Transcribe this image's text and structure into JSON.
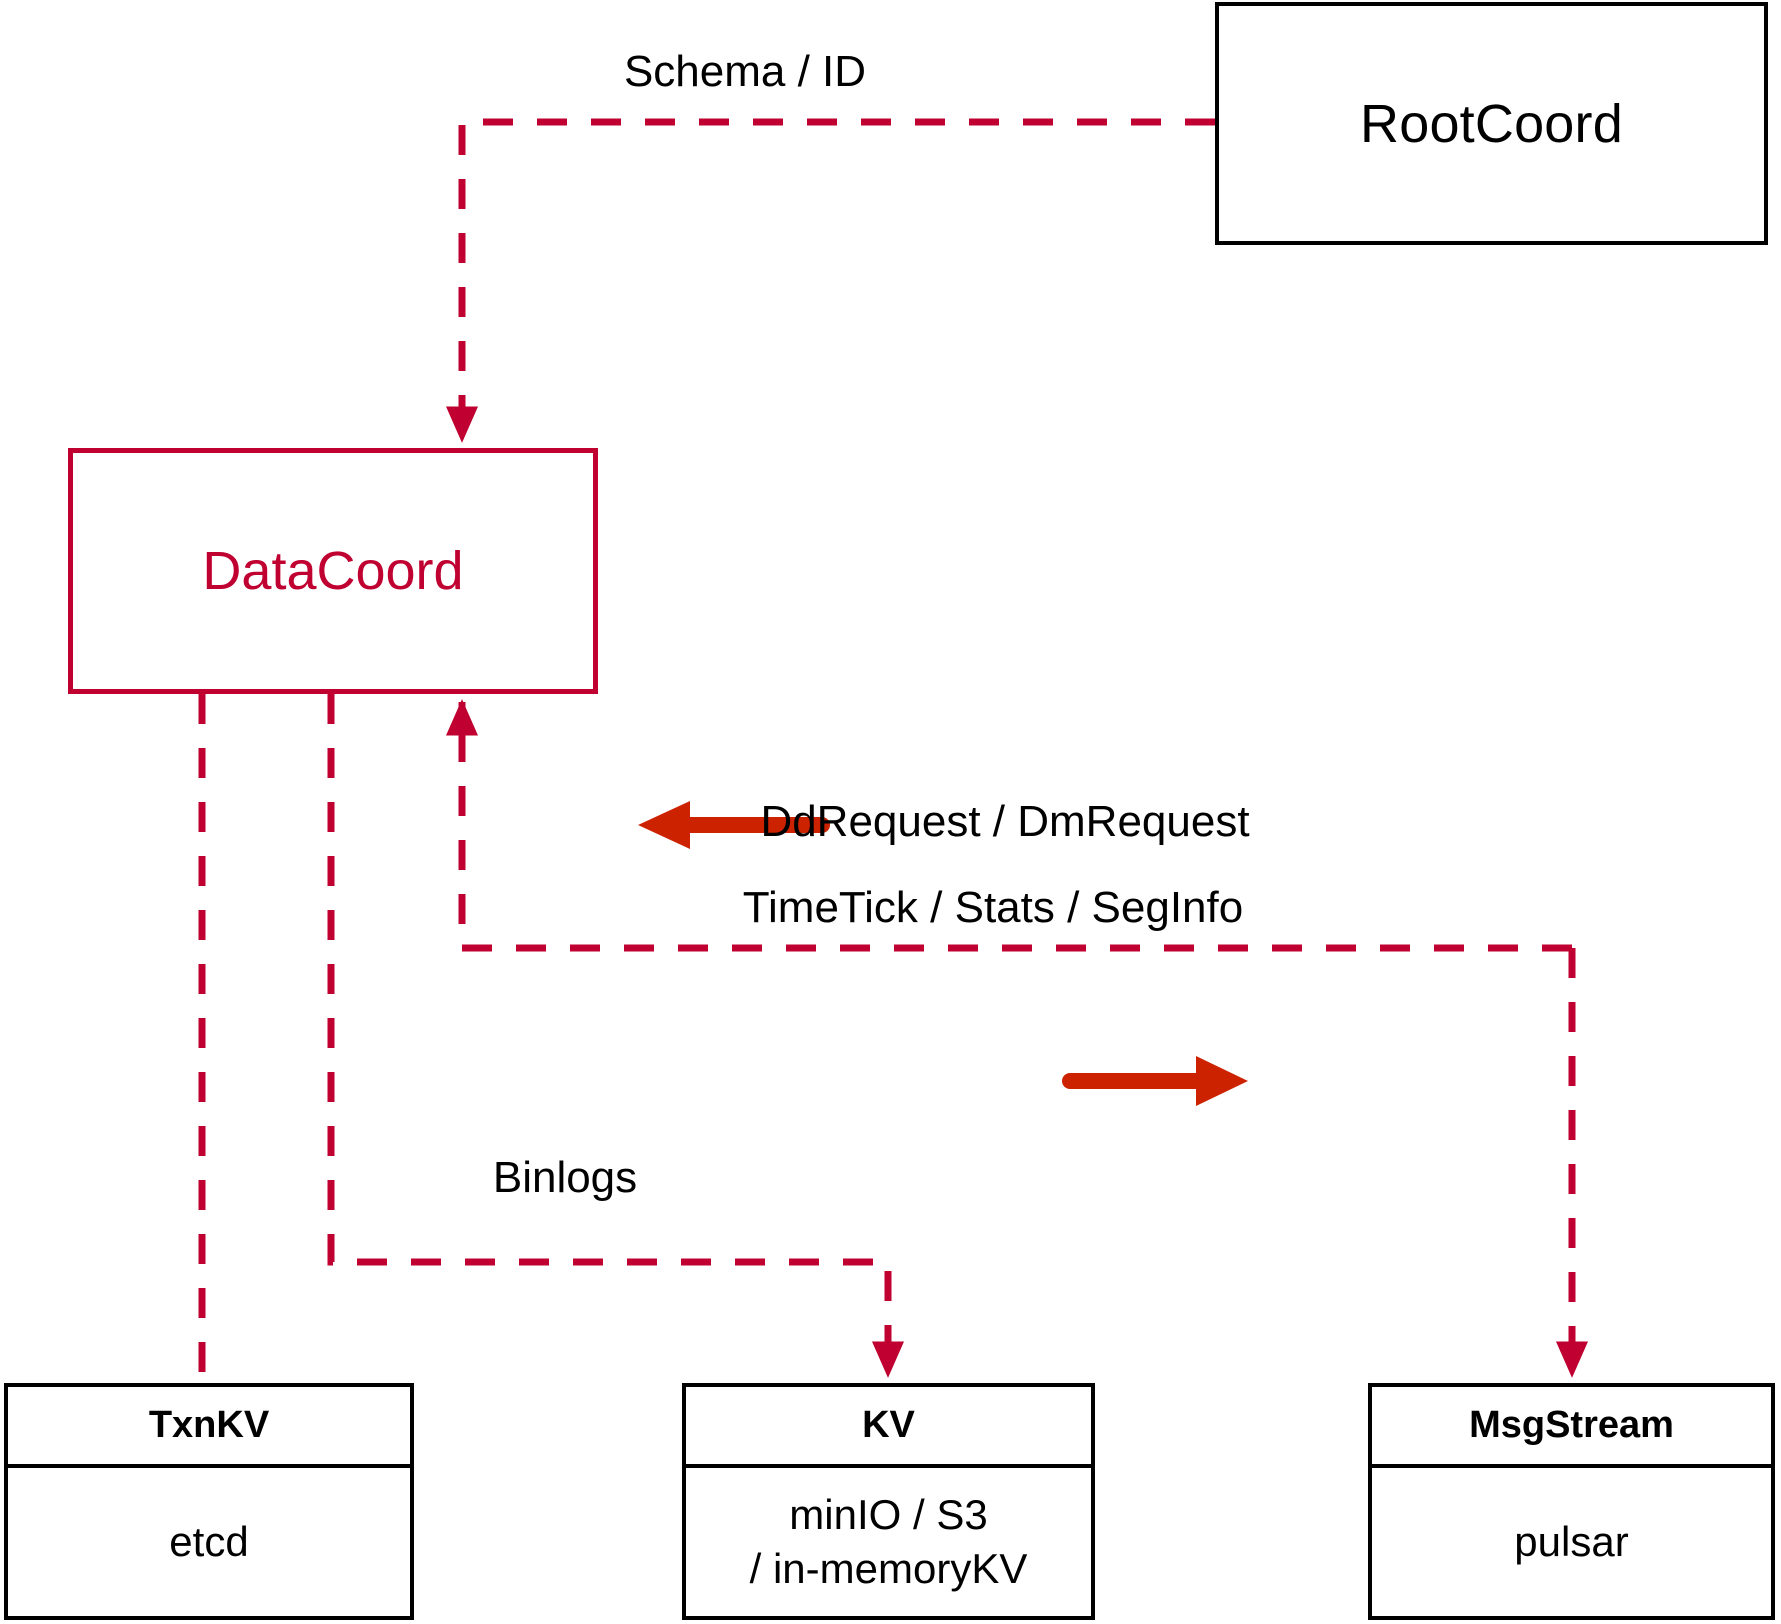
{
  "diagram": {
    "title": "DataCoord component interaction diagram",
    "colors": {
      "dark_red": "#bf0030",
      "bright_red": "#cc2200",
      "black": "#000000",
      "background": "#ffffff"
    }
  },
  "nodes": {
    "rootcoord": {
      "label": "RootCoord",
      "border_color": "#000000",
      "text_color": "#000000"
    },
    "datacoord": {
      "label": "DataCoord",
      "border_color": "#bf0030",
      "text_color": "#bf0030"
    },
    "txnkv": {
      "title": "TxnKV",
      "body_lines": [
        "etcd"
      ]
    },
    "kv": {
      "title": "KV",
      "body_lines": [
        "minIO / S3",
        "/ in-memoryKV"
      ]
    },
    "msgstream": {
      "title": "MsgStream",
      "body_lines": [
        "pulsar"
      ]
    }
  },
  "edge_labels": {
    "schema_id": "Schema / ID",
    "ddrequest_dmrequest": "DdRequest / DmRequest",
    "timetick_stats_seginfo": "TimeTick / Stats / SegInfo",
    "binlogs": "Binlogs"
  },
  "edges": [
    {
      "name": "rootcoord-to-datacoord",
      "from": "rootcoord",
      "to": "datacoord",
      "label": "Schema / ID",
      "style": "dashed",
      "arrow": "to"
    },
    {
      "name": "msgstream-to-datacoord",
      "from": "msgstream",
      "to": "datacoord",
      "label": "DdRequest / DmRequest",
      "style": "dashed",
      "arrow": "to"
    },
    {
      "name": "datacoord-to-msgstream",
      "from": "datacoord",
      "to": "msgstream",
      "label": "TimeTick / Stats / SegInfo",
      "style": "dashed",
      "arrow": "to"
    },
    {
      "name": "datacoord-to-kv",
      "from": "datacoord",
      "to": "kv",
      "label": "Binlogs",
      "style": "dashed",
      "arrow": "to"
    },
    {
      "name": "datacoord-to-txnkv",
      "from": "datacoord",
      "to": "txnkv",
      "label": "",
      "style": "dashed",
      "arrow": "none"
    }
  ],
  "direction_markers": [
    {
      "name": "left-arrow-marker",
      "direction": "left",
      "relates_to": "DdRequest / DmRequest"
    },
    {
      "name": "right-arrow-marker",
      "direction": "right",
      "relates_to": "TimeTick / Stats / SegInfo"
    }
  ]
}
